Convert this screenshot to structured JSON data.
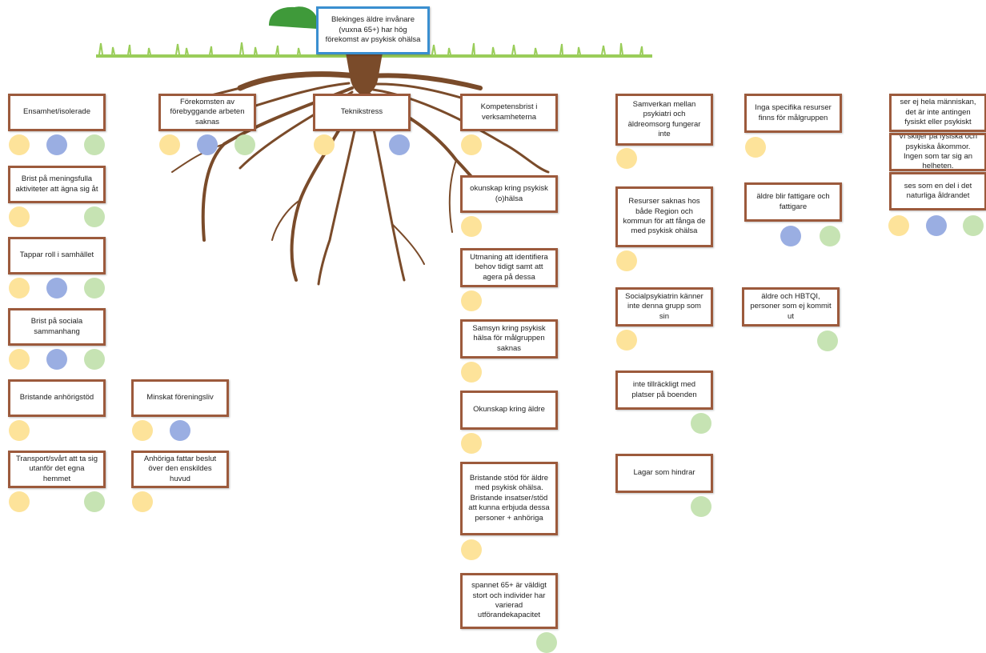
{
  "diagram": {
    "title": "Blekinges äldre invånare (vuxna 65+) har hög förekomst av psykisk ohälsa",
    "cards": [
      {
        "text": "Ensamhet/isolerade"
      },
      {
        "text": "Brist på meningsfulla aktiviteter att ägna sig åt"
      },
      {
        "text": "Tappar roll i samhället"
      },
      {
        "text": "Brist på sociala sammanhang"
      },
      {
        "text": "Bristande anhörigstöd"
      },
      {
        "text": "Transport/svårt att ta sig utanför det egna hemmet"
      },
      {
        "text": "Förekomsten av förebyggande arbeten saknas"
      },
      {
        "text": "Minskat föreningsliv"
      },
      {
        "text": "Anhöriga fattar beslut över den enskildes huvud"
      },
      {
        "text": "Teknikstress"
      },
      {
        "text": "Kompetensbrist i verksamheterna"
      },
      {
        "text": "okunskap kring psykisk (o)hälsa"
      },
      {
        "text": "Utmaning att identifiera behov tidigt samt att agera på dessa"
      },
      {
        "text": "Samsyn kring psykisk hälsa för målgruppen saknas"
      },
      {
        "text": "Okunskap kring äldre"
      },
      {
        "text": "Bristande stöd för äldre med psykisk ohälsa. Bristande insatser/stöd att kunna erbjuda dessa personer + anhöriga"
      },
      {
        "text": "spannet 65+ är väldigt stort och individer har varierad utförandekapacitet"
      },
      {
        "text": "Samverkan mellan psykiatri och äldreomsorg fungerar inte"
      },
      {
        "text": "Resurser saknas hos både Region och kommun för att fånga de med psykisk ohälsa"
      },
      {
        "text": "Socialpsykiatrin känner inte denna grupp som sin"
      },
      {
        "text": "inte tillräckligt med platser på boenden"
      },
      {
        "text": "Lagar som hindrar"
      },
      {
        "text": "Inga specifika resurser finns för målgruppen"
      },
      {
        "text": "äldre blir fattigare och fattigare"
      },
      {
        "text": "äldre och HBTQI, personer som ej kommit ut"
      },
      {
        "text": "ser ej hela människan, det är inte antingen fysiskt eller psykiskt"
      },
      {
        "text": "Vi skiljer på fysiska och psykiska åkommor. Ingen som tar sig an helheten."
      },
      {
        "text": "ses som en del i det naturliga åldrandet"
      }
    ]
  },
  "colors": {
    "card_border": "#9c5a3c",
    "title_border": "#3a8fd0",
    "dot_yellow": "#fde39a",
    "dot_blue": "#9aaee2",
    "dot_green": "#c6e3b3",
    "root": "#7a4b2a",
    "foliage": "#3f9a3a",
    "grass": "#9acd5a"
  }
}
